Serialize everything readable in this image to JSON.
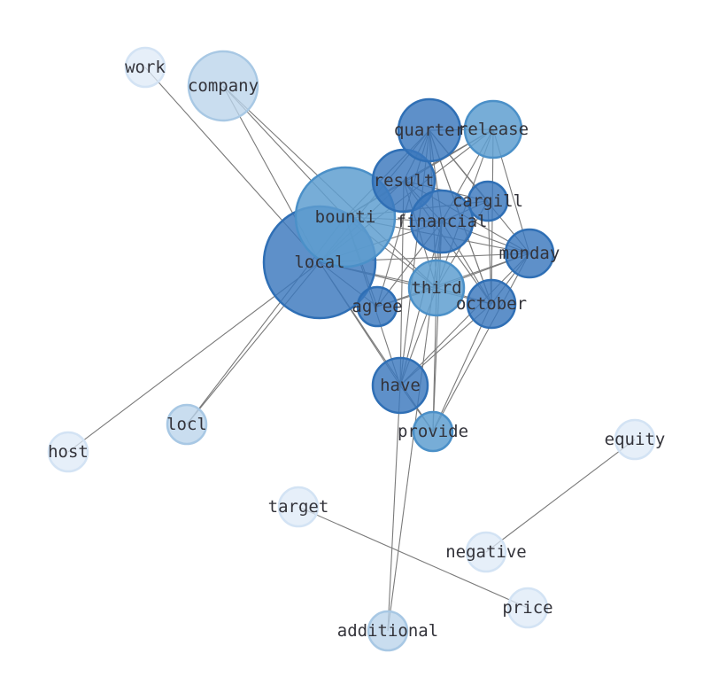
{
  "nodes": [
    {
      "id": "work",
      "label": "work",
      "tone": "faint"
    },
    {
      "id": "company",
      "label": "company",
      "tone": "pale"
    },
    {
      "id": "host",
      "label": "host",
      "tone": "faint"
    },
    {
      "id": "locl",
      "label": "locl",
      "tone": "pale"
    },
    {
      "id": "local",
      "label": "local",
      "tone": "strong"
    },
    {
      "id": "bounti",
      "label": "bounti",
      "tone": "medium"
    },
    {
      "id": "result",
      "label": "result",
      "tone": "strong"
    },
    {
      "id": "quarter",
      "label": "quarter",
      "tone": "strong"
    },
    {
      "id": "release",
      "label": "release",
      "tone": "medium"
    },
    {
      "id": "cargill",
      "label": "cargill",
      "tone": "strong"
    },
    {
      "id": "financial",
      "label": "financial",
      "tone": "strong"
    },
    {
      "id": "monday",
      "label": "monday",
      "tone": "strong"
    },
    {
      "id": "third",
      "label": "third",
      "tone": "medium"
    },
    {
      "id": "october",
      "label": "october",
      "tone": "strong"
    },
    {
      "id": "agree",
      "label": "agree",
      "tone": "strong"
    },
    {
      "id": "have",
      "label": "have",
      "tone": "strong"
    },
    {
      "id": "provide",
      "label": "provide",
      "tone": "medium"
    },
    {
      "id": "equity",
      "label": "equity",
      "tone": "faint"
    },
    {
      "id": "negative",
      "label": "negative",
      "tone": "faint"
    },
    {
      "id": "target",
      "label": "target",
      "tone": "faint"
    },
    {
      "id": "price",
      "label": "price",
      "tone": "faint"
    },
    {
      "id": "additional",
      "label": "additional",
      "tone": "pale"
    }
  ],
  "edges": [
    [
      "work",
      "local"
    ],
    [
      "company",
      "local"
    ],
    [
      "company",
      "bounti"
    ],
    [
      "company",
      "third"
    ],
    [
      "host",
      "local"
    ],
    [
      "locl",
      "local"
    ],
    [
      "locl",
      "bounti"
    ],
    [
      "local",
      "result"
    ],
    [
      "local",
      "quarter"
    ],
    [
      "local",
      "financial"
    ],
    [
      "local",
      "monday"
    ],
    [
      "local",
      "third"
    ],
    [
      "local",
      "october"
    ],
    [
      "local",
      "agree"
    ],
    [
      "local",
      "have"
    ],
    [
      "local",
      "provide"
    ],
    [
      "local",
      "release"
    ],
    [
      "bounti",
      "result"
    ],
    [
      "bounti",
      "quarter"
    ],
    [
      "bounti",
      "financial"
    ],
    [
      "bounti",
      "monday"
    ],
    [
      "bounti",
      "third"
    ],
    [
      "bounti",
      "agree"
    ],
    [
      "bounti",
      "have"
    ],
    [
      "bounti",
      "release"
    ],
    [
      "bounti",
      "cargill"
    ],
    [
      "quarter",
      "result"
    ],
    [
      "quarter",
      "financial"
    ],
    [
      "quarter",
      "monday"
    ],
    [
      "quarter",
      "third"
    ],
    [
      "quarter",
      "october"
    ],
    [
      "quarter",
      "agree"
    ],
    [
      "quarter",
      "have"
    ],
    [
      "quarter",
      "release"
    ],
    [
      "quarter",
      "cargill"
    ],
    [
      "release",
      "result"
    ],
    [
      "release",
      "financial"
    ],
    [
      "release",
      "monday"
    ],
    [
      "release",
      "october"
    ],
    [
      "release",
      "third"
    ],
    [
      "result",
      "financial"
    ],
    [
      "result",
      "third"
    ],
    [
      "result",
      "october"
    ],
    [
      "result",
      "have"
    ],
    [
      "result",
      "cargill"
    ],
    [
      "result",
      "monday"
    ],
    [
      "cargill",
      "financial"
    ],
    [
      "cargill",
      "october"
    ],
    [
      "cargill",
      "third"
    ],
    [
      "financial",
      "monday"
    ],
    [
      "financial",
      "third"
    ],
    [
      "financial",
      "october"
    ],
    [
      "financial",
      "agree"
    ],
    [
      "financial",
      "have"
    ],
    [
      "financial",
      "provide"
    ],
    [
      "financial",
      "additional"
    ],
    [
      "monday",
      "third"
    ],
    [
      "monday",
      "october"
    ],
    [
      "monday",
      "agree"
    ],
    [
      "monday",
      "have"
    ],
    [
      "monday",
      "provide"
    ],
    [
      "third",
      "october"
    ],
    [
      "third",
      "have"
    ],
    [
      "third",
      "agree"
    ],
    [
      "third",
      "provide"
    ],
    [
      "october",
      "have"
    ],
    [
      "october",
      "provide"
    ],
    [
      "october",
      "quarter"
    ],
    [
      "have",
      "provide"
    ],
    [
      "have",
      "additional"
    ],
    [
      "equity",
      "negative"
    ],
    [
      "target",
      "price"
    ]
  ],
  "colors": {
    "strong": "#3a78bd",
    "medium": "#5f9fd0",
    "pale": "#bad4ea",
    "faint": "#dde9f7",
    "edge": "#7a7a7a"
  }
}
